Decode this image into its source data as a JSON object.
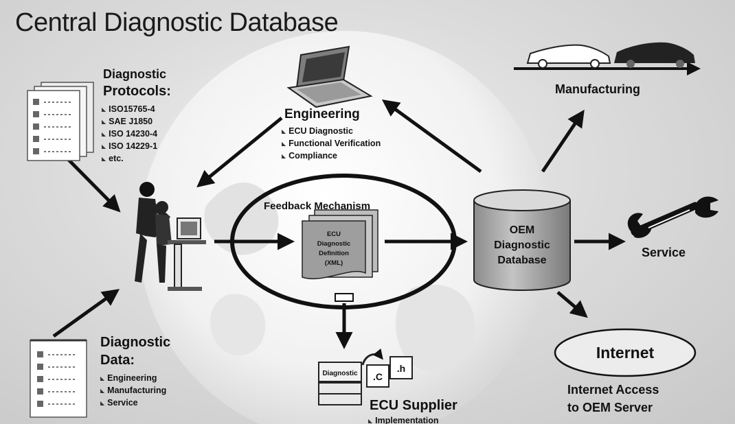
{
  "title": "Central Diagnostic Database",
  "protocols": {
    "heading_line1": "Diagnostic",
    "heading_line2": "Protocols:",
    "items": [
      "ISO15765-4",
      "SAE J1850",
      "ISO 14230-4",
      "ISO 14229-1",
      "etc."
    ]
  },
  "engineering": {
    "heading": "Engineering",
    "items": [
      "ECU Diagnostic",
      "Functional Verification",
      "Compliance"
    ]
  },
  "manufacturing": {
    "label": "Manufacturing"
  },
  "feedback": {
    "label": "Feedback Mechanism"
  },
  "ecu_definition": {
    "lines": [
      "ECU",
      "Diagnostic",
      "Definition",
      "(XML)"
    ]
  },
  "database": {
    "lines": [
      "OEM",
      "Diagnostic",
      "Database"
    ]
  },
  "service": {
    "label": "Service"
  },
  "diag_data": {
    "heading_line1": "Diagnostic",
    "heading_line2": "Data:",
    "items": [
      "Engineering",
      "Manufacturing",
      "Service"
    ]
  },
  "ecu_supplier": {
    "heading": "ECU Supplier",
    "items": [
      "Implementation"
    ],
    "file_labels": {
      "diagnostic": "Diagnostic",
      "c": ".C",
      "h": ".h"
    }
  },
  "internet": {
    "label": "Internet",
    "access_line1": "Internet Access",
    "access_line2": "to OEM Server"
  },
  "colors": {
    "background": "#d3d3d3",
    "globe": "#f4f4f4",
    "ink": "#111111",
    "db_fill": "#a9a9a9"
  },
  "icons": [
    "laptop-icon",
    "car-outline-icon",
    "car-solid-icon",
    "document-icon",
    "worker-icon",
    "wrench-icon",
    "code-file-icon"
  ]
}
